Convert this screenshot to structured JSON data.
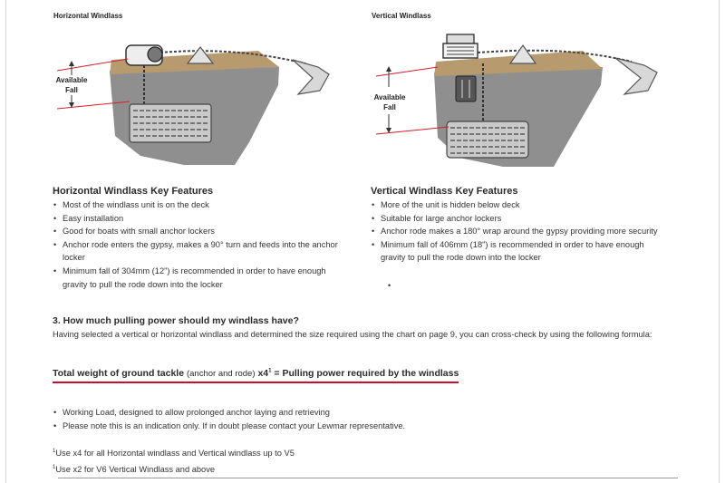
{
  "diagrams": {
    "horizontal_title": "Horizontal Windlass",
    "vertical_title": "Vertical Windlass",
    "fall_label_line1": "Available",
    "fall_label_line2": "Fall"
  },
  "horizontal_features": {
    "heading": "Horizontal Windlass Key Features",
    "items": [
      "Most of the windlass unit is on the deck",
      "Easy installation",
      "Good for boats with small anchor lockers",
      "Anchor rode enters the gypsy, makes a 90° turn and feeds into the anchor locker",
      "Minimum fall of 304mm (12\") is recommended in order to have enough gravity to pull the rode down into the locker"
    ]
  },
  "vertical_features": {
    "heading": "Vertical Windlass Key Features",
    "items": [
      "More of the unit is hidden below deck",
      "Suitable for large anchor lockers",
      "Anchor rode makes a 180° wrap around the gypsy providing more security",
      "Minimum fall of 406mm (18\") is recommended in order to have enough gravity to pull the rode down into the locker"
    ],
    "trailing_bullet": "•"
  },
  "section3": {
    "heading": "3. How much pulling power should my windlass have?",
    "intro": "Having selected a vertical or horizontal windlass and determined the size required using the chart on page 9, you can cross-check by using the following formula:",
    "formula": {
      "part1": "Total weight of ground tackle",
      "part2": "(anchor and rode)",
      "part3": "x4",
      "sup": "1",
      "part4": "= Pulling power required by the windlass"
    },
    "notes": [
      "Working Load, designed to allow prolonged anchor laying and retrieving",
      "Please note this is an indication only. If in doubt please contact your Lewmar representative."
    ],
    "footnotes": [
      {
        "sup": "1",
        "text": "Use x4 for all Horizontal windlass and Vertical windlass up to V5"
      },
      {
        "sup": "1",
        "text": "Use x2 for V6 Vertical Windlass and above"
      }
    ]
  },
  "colors": {
    "hull_grey": "#8f8f8f",
    "deck_tan": "#b79b6f",
    "fall_red": "#d0202a",
    "formula_underline": "#c8102e"
  }
}
